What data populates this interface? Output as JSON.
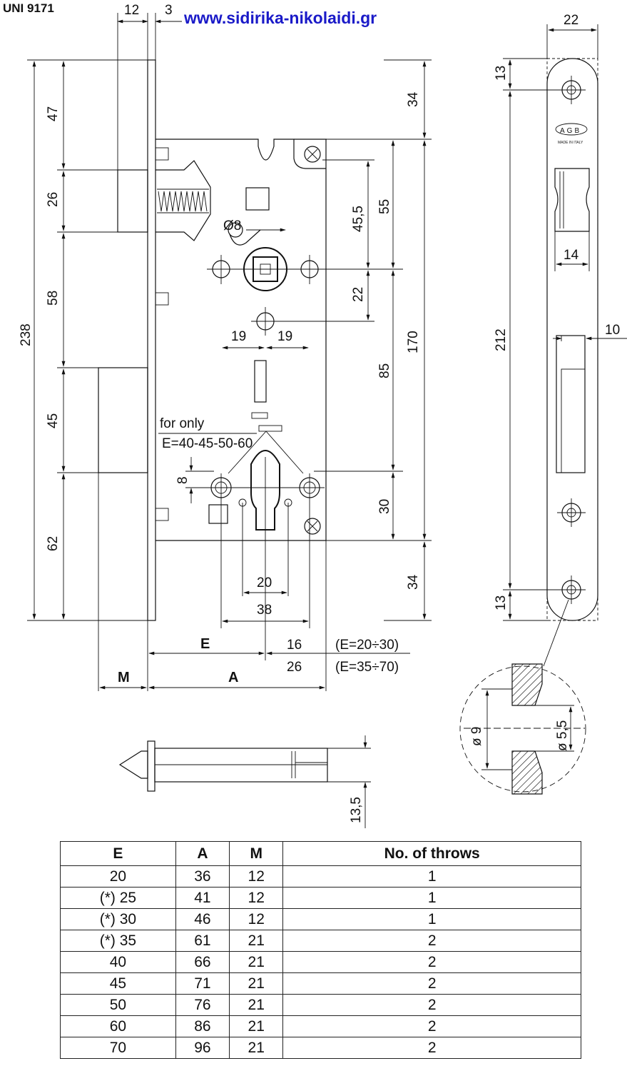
{
  "header": {
    "title": "UNI 9171",
    "url": "www.sidirika-nikolaidi.gr"
  },
  "front_view": {
    "top_dims": [
      "12",
      "3"
    ],
    "left_dims": [
      "238",
      "47",
      "26",
      "58",
      "45",
      "62"
    ],
    "right_dims": [
      "34",
      "55",
      "45,5",
      "22",
      "85",
      "170",
      "30",
      "34"
    ],
    "follower_dims": [
      "19",
      "19"
    ],
    "hole_dia": "Ø8",
    "note_line1": "for only",
    "note_line2": "E=40-45-50-60",
    "cyl_dim_small": "8",
    "cyl_dims": [
      "20",
      "38"
    ],
    "bottom": {
      "E": "E",
      "val16": "16",
      "note16": "(E=20÷30)",
      "val26": "26",
      "note26": "(E=35÷70)",
      "M": "M",
      "A": "A"
    }
  },
  "side_view": {
    "width": "22",
    "top_dim": "13",
    "height": "212",
    "bottom_dim": "13",
    "slot_width": "14",
    "bolt_dim": "10",
    "logo": "AGB",
    "logo_sub": "MADE IN ITALY"
  },
  "screw_detail": {
    "dia_outer": "ø 9",
    "dia_inner": "ø 5,5"
  },
  "latch_detail": {
    "dim": "13,5"
  },
  "table": {
    "headers": [
      "E",
      "A",
      "M",
      "No. of throws"
    ],
    "rows": [
      [
        "20",
        "36",
        "12",
        "1"
      ],
      [
        "(*) 25",
        "41",
        "12",
        "1"
      ],
      [
        "(*) 30",
        "46",
        "12",
        "1"
      ],
      [
        "(*) 35",
        "61",
        "21",
        "2"
      ],
      [
        "40",
        "66",
        "21",
        "2"
      ],
      [
        "45",
        "71",
        "21",
        "2"
      ],
      [
        "50",
        "76",
        "21",
        "2"
      ],
      [
        "60",
        "86",
        "21",
        "2"
      ],
      [
        "70",
        "96",
        "21",
        "2"
      ]
    ]
  }
}
